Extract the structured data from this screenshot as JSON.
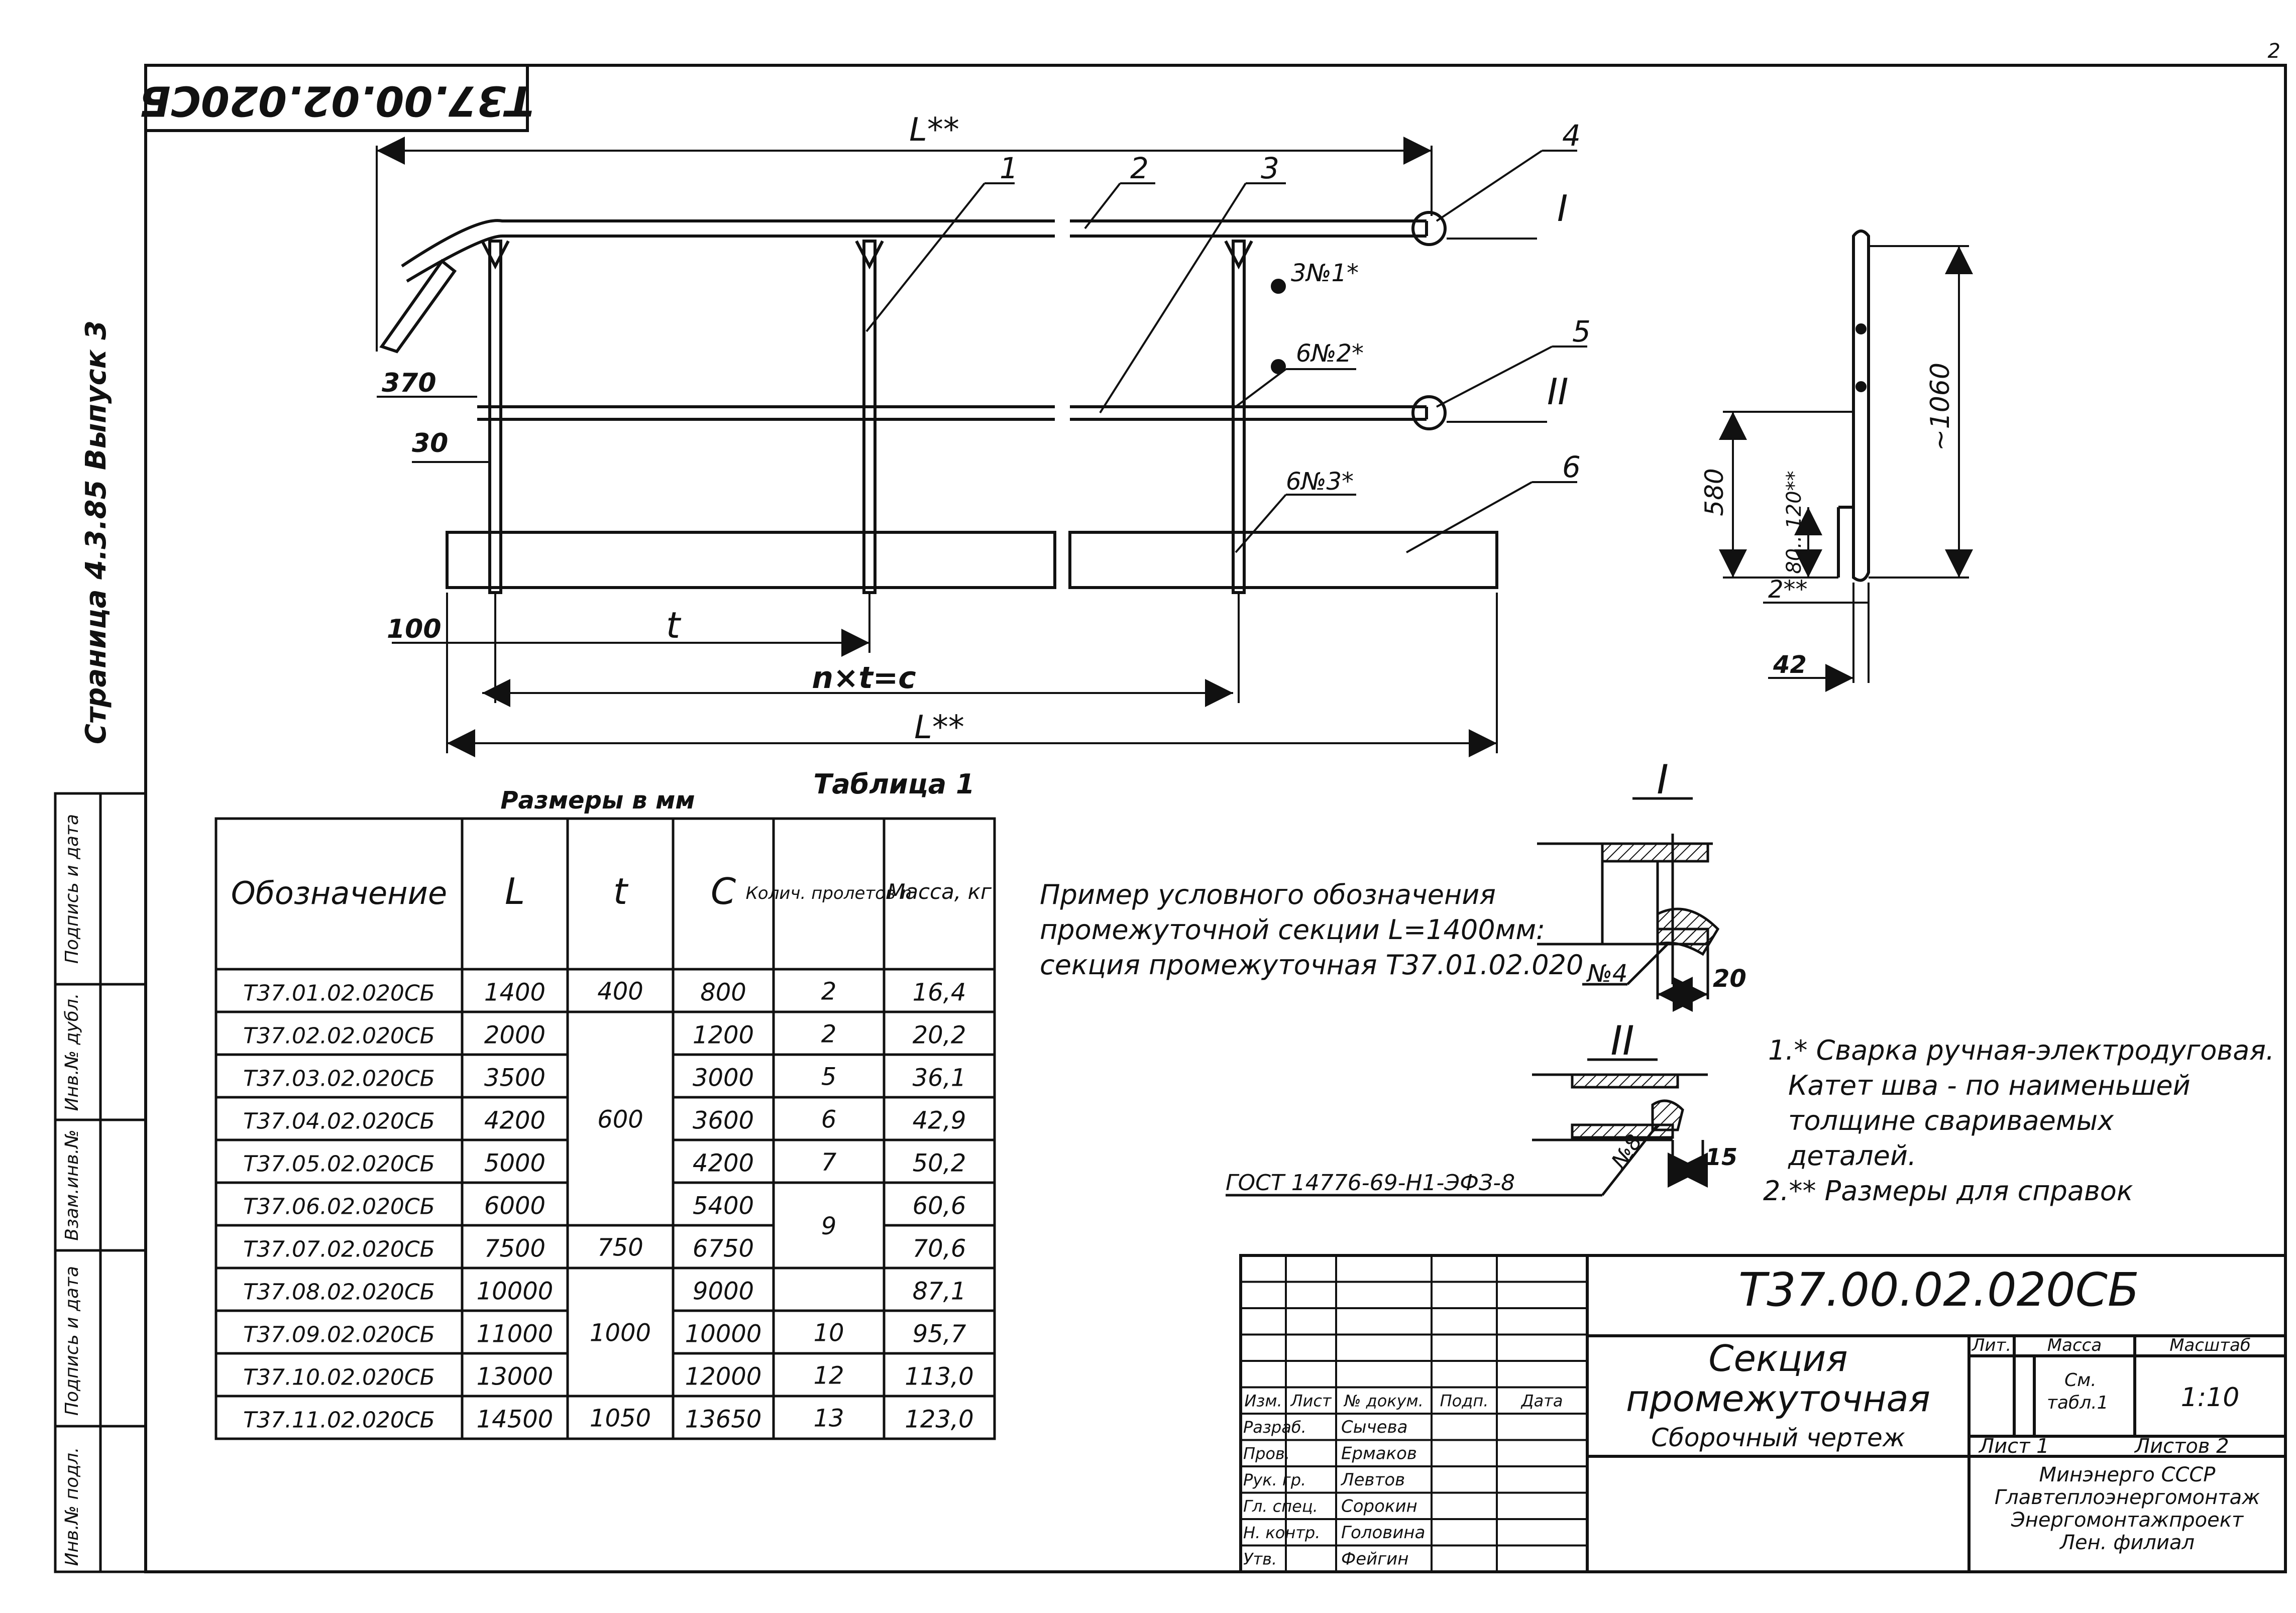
{
  "page_number": "2",
  "drawing_code": "Т37.00.02.020СБ",
  "stamp_code_rotated": "Т37.00.02.020СБ",
  "margin_vertical_text": "Страница 4.3.85 Выпуск 3",
  "margin_boxes": [
    "Инв.№ подл.",
    "Подпись и дата",
    "Взам.инв.№",
    "Инв.№ дубл.",
    "Подпись и дата"
  ],
  "front_view": {
    "dim_L_top": "L**",
    "dim_L_bottom": "L**",
    "dim_370": "370",
    "dim_30": "30",
    "dim_100": "100",
    "dim_t": "t",
    "dim_ntc": "n×t=c",
    "positions": [
      "1",
      "2",
      "3",
      "4",
      "5",
      "6"
    ],
    "section_I": "I",
    "section_II": "II",
    "weld_1": "3№1*",
    "weld_2": "6№2*",
    "weld_3": "6№3*"
  },
  "side_view": {
    "dim_1060": "~1060",
    "dim_580": "580",
    "dim_80_120": "80...120**",
    "dim_2": "2**",
    "dim_42": "42"
  },
  "table": {
    "caption_units": "Размеры в мм",
    "caption_table": "Таблица 1",
    "headers": [
      "Обозначение",
      "L",
      "t",
      "C",
      "Колич. пролетов n",
      "Масса, кг"
    ],
    "rows": [
      [
        "Т37.01.02.020СБ",
        "1400",
        "400",
        "800",
        "2",
        "16,4"
      ],
      [
        "Т37.02.02.020СБ",
        "2000",
        "",
        "1200",
        "2",
        "20,2"
      ],
      [
        "Т37.03.02.020СБ",
        "3500",
        "",
        "3000",
        "5",
        "36,1"
      ],
      [
        "Т37.04.02.020СБ",
        "4200",
        "600",
        "3600",
        "6",
        "42,9"
      ],
      [
        "Т37.05.02.020СБ",
        "5000",
        "",
        "4200",
        "7",
        "50,2"
      ],
      [
        "Т37.06.02.020СБ",
        "6000",
        "",
        "5400",
        "",
        "60,6"
      ],
      [
        "Т37.07.02.020СБ",
        "7500",
        "750",
        "6750",
        "9",
        "70,6"
      ],
      [
        "Т37.08.02.020СБ",
        "10000",
        "",
        "9000",
        "",
        "87,1"
      ],
      [
        "Т37.09.02.020СБ",
        "11000",
        "1000",
        "10000",
        "10",
        "95,7"
      ],
      [
        "Т37.10.02.020СБ",
        "13000",
        "",
        "12000",
        "12",
        "113,0"
      ],
      [
        "Т37.11.02.020СБ",
        "14500",
        "1050",
        "13650",
        "13",
        "123,0"
      ]
    ]
  },
  "example_text": [
    "Пример условного обозначения",
    "промежуточной секции L=1400мм:",
    "секция промежуточная Т37.01.02.020"
  ],
  "detail_I": {
    "label": "I",
    "weld": "№4",
    "dim": "20"
  },
  "detail_II": {
    "label": "II",
    "weld": "№8",
    "dim": "15",
    "gost": "ГОСТ 14776-69-Н1-ЭФЗ-8"
  },
  "notes": [
    "1.* Сварка ручная-электродуговая.",
    "Катет шва - по наименьшей",
    "толщине свариваемых",
    "деталей.",
    "2.** Размеры для справок"
  ],
  "title_block": {
    "code": "Т37.00.02.020СБ",
    "name_line1": "Секция",
    "name_line2": "промежуточная",
    "doc_type": "Сборочный чертеж",
    "col_headers": [
      "Изм.",
      "Лист",
      "№ докум.",
      "Подп.",
      "Дата"
    ],
    "roles": [
      "Разраб.",
      "Пров.",
      "Рук. гр.",
      "Гл. спец.",
      "Н. контр.",
      "Утв."
    ],
    "names": [
      "Сычева",
      "Ермаков",
      "Левтов",
      "Сорокин",
      "Головина",
      "Фейгин"
    ],
    "lit": "Лит.",
    "mass": "Масса",
    "scale": "Масштаб",
    "mass_value_1": "См.",
    "mass_value_2": "табл.1",
    "scale_value": "1:10",
    "sheet": "Лист 1",
    "sheets": "Листов 2",
    "org_1": "Минэнерго СССР",
    "org_2": "Главтеплоэнергомонтаж",
    "org_3": "Энергомонтажпроект",
    "org_4": "Лен. филиал"
  }
}
